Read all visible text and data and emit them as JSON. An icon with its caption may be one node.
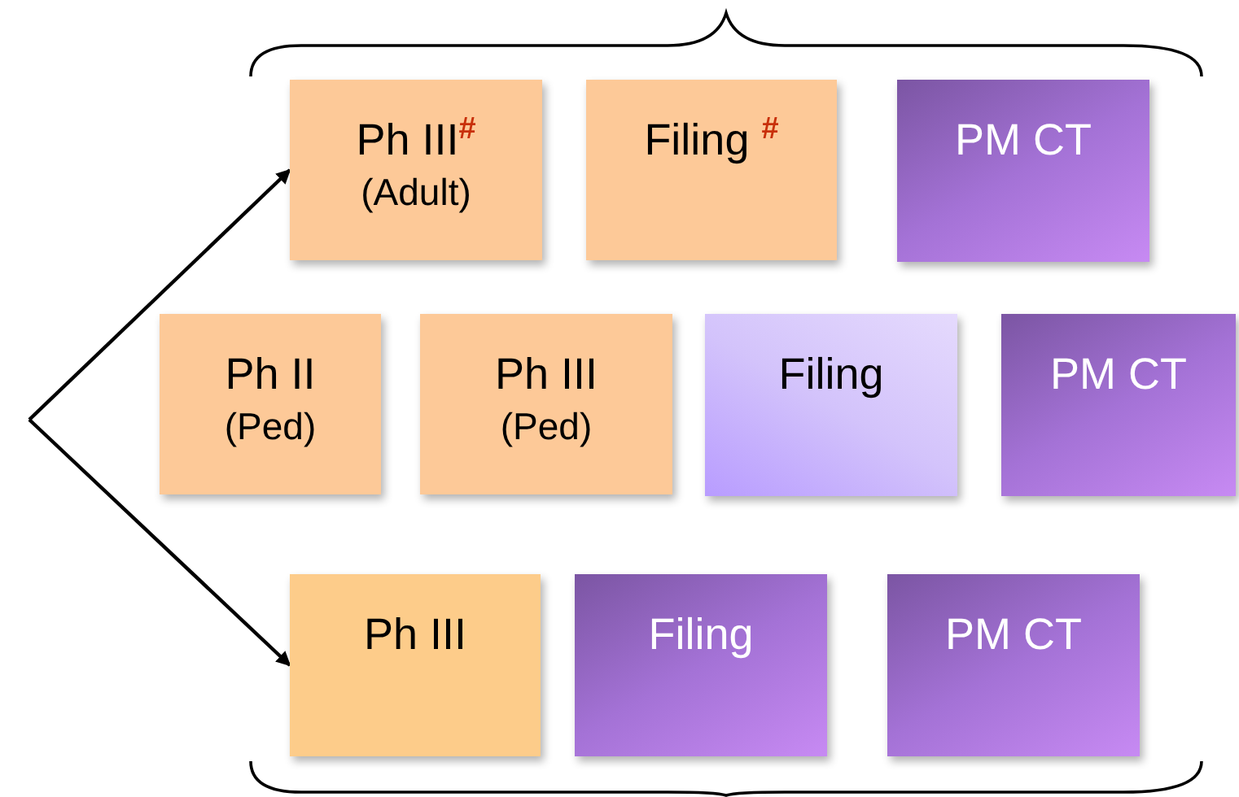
{
  "diagram": {
    "nodes": [
      {
        "text": [
          "Ph III$^{#}$",
          "(Adult)"
        ]
      },
      {
        "text": [
          "Filing $^{#}$"
        ]
      },
      {
        "text": [
          "PM CT"
        ]
      },
      {
        "text": [
          "Ph II",
          "(Ped)"
        ]
      },
      {
        "text": [
          "Ph III",
          "(Ped)"
        ]
      },
      {
        "text": [
          "Filing"
        ]
      },
      {
        "text": [
          "PM CT"
        ]
      },
      {
        "text": [
          "Ph III"
        ]
      },
      {
        "text": [
          "Filing"
        ]
      },
      {
        "text": [
          "PM CT"
        ]
      }
    ],
    "edges": [
      {
        "from": null,
        "to": 0,
        "arrow": "to"
      },
      {
        "from": null,
        "to": 7,
        "arrow": "to"
      }
    ]
  }
}
